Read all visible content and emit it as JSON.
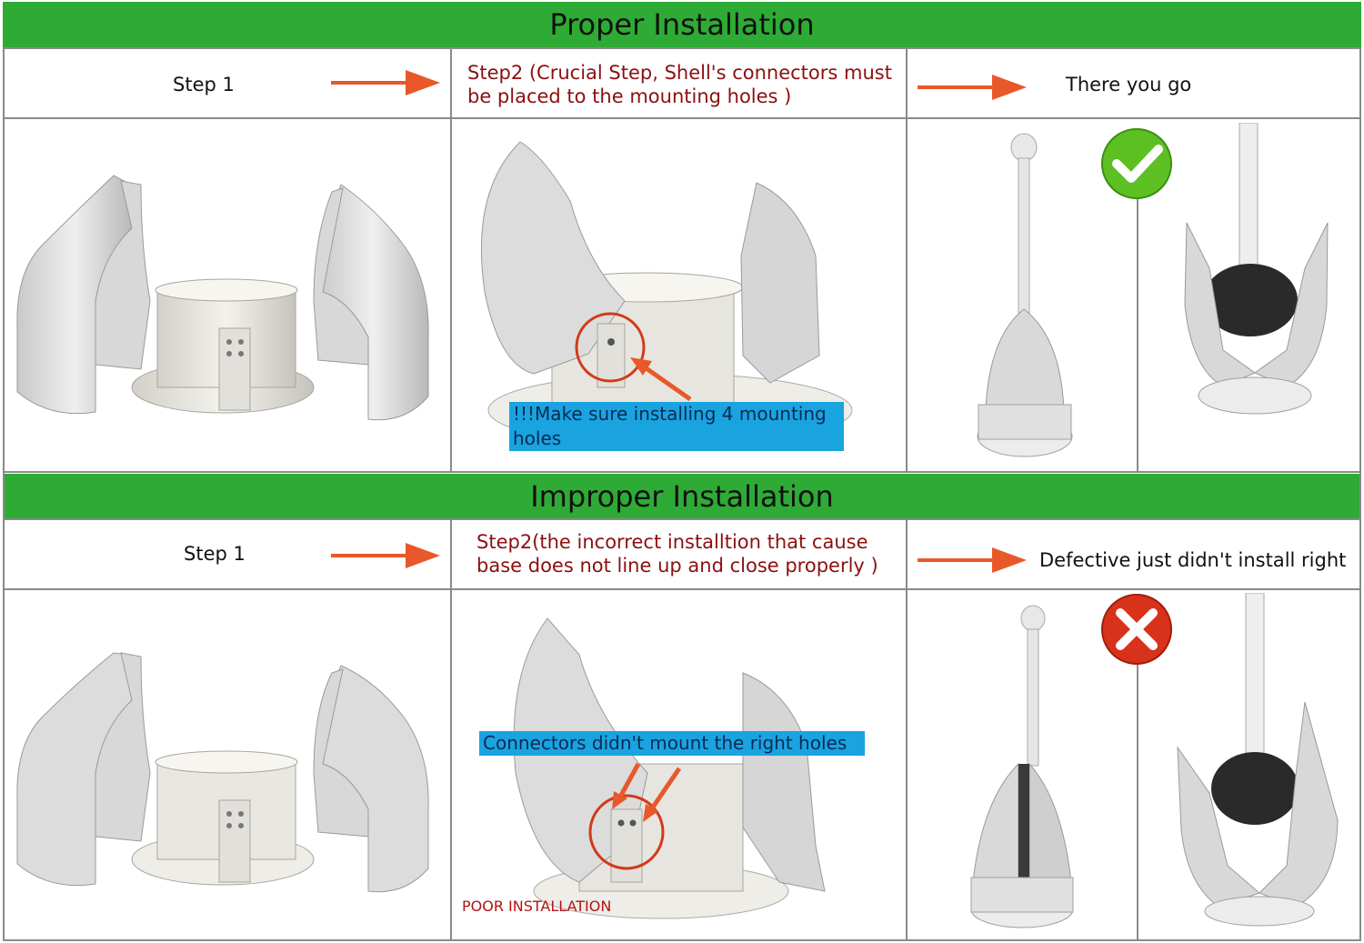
{
  "proper": {
    "title": "Proper Installation",
    "step1": "Step 1",
    "step2": "Step2 (Crucial Step, Shell's connectors must be placed to the mounting holes )",
    "result": "There you go",
    "callout": "!!!Make sure installing 4 mounting holes"
  },
  "improper": {
    "title": "Improper Installation",
    "step1": "Step 1",
    "step2": "Step2(the incorrect installtion that cause base does not line up and close properly )",
    "result": "Defective just didn't install right",
    "callout": "Connectors didn't mount the right holes",
    "stamp": "POOR INSTALLATION"
  },
  "colors": {
    "banner": "#2eab35",
    "arrow": "#e8582a",
    "callout": "#19a4e0",
    "check_badge": "#5cc022",
    "cross_badge": "#d8321b",
    "step2_text": "#8b1010"
  },
  "icons": {
    "ok": "check-icon",
    "bad": "cross-icon"
  }
}
